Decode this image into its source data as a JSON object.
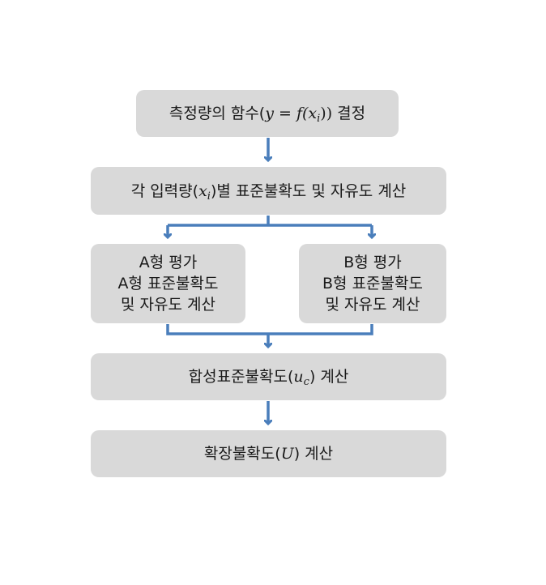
{
  "step1": {
    "pre": "측정량의 함수(",
    "eq": "y = f(",
    "var": "x",
    "sub": "i",
    "post1": "))",
    "post2": " 결정"
  },
  "step2": {
    "pre": "각 입력량(",
    "var": "x",
    "sub": "i",
    "post": ")별 표준불확도 및 자유도 계산"
  },
  "typeA": {
    "line1": "A형 평가",
    "line2": "A형 표준불확도",
    "line3": "및 자유도 계산"
  },
  "typeB": {
    "line1": "B형 평가",
    "line2": "B형 표준불확도",
    "line3": "및 자유도 계산"
  },
  "step4": {
    "pre": "합성표준불확도(",
    "var": "u",
    "sub": "c",
    "post": ") 계산"
  },
  "step5": {
    "pre": "확장불확도(",
    "var": "U",
    "post": ") 계산"
  },
  "colors": {
    "box": "#d9d9d9",
    "arrow": "#4a7ebb"
  }
}
